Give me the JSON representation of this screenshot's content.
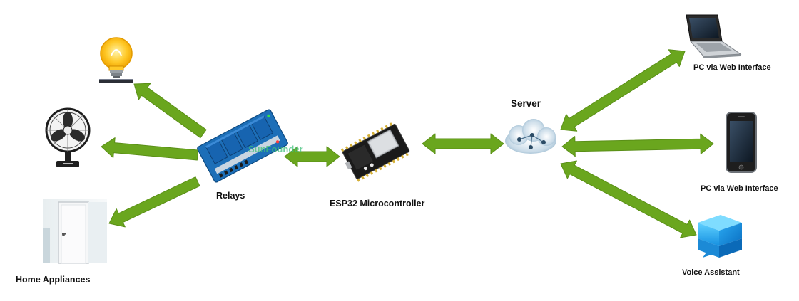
{
  "labels": {
    "relays": "Relays",
    "esp32": "ESP32 Microcontroller",
    "server": "Server",
    "home_appliances": "Home Appliances",
    "pc_top": "PC via Web Interface",
    "pc_phone": "PC via Web Interface",
    "voice_assistant": "Voice Assistant",
    "relay_watermark": "SunFounder"
  },
  "colors": {
    "arrow": "#6aa61e",
    "arrow_stroke": "#5a8f17"
  },
  "icons": [
    "light-bulb-icon",
    "fan-icon",
    "door-icon",
    "relay-module-icon",
    "esp32-board-icon",
    "cloud-server-icon",
    "laptop-icon",
    "smartphone-icon",
    "voice-assistant-icon"
  ]
}
